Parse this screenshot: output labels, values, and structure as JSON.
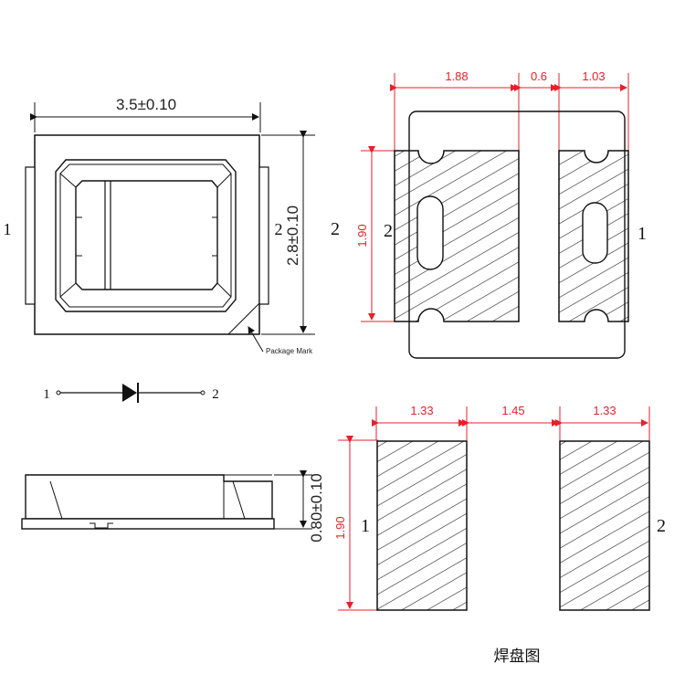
{
  "top_view": {
    "width_dim": "3.5±0.10",
    "height_dim": "2.8±0.10",
    "pin_left": "1",
    "pin_right": "2",
    "package_mark": "Package Mark"
  },
  "diode_symbol": {
    "pin_left": "1",
    "pin_right": "2"
  },
  "side_view": {
    "thickness_dim": "0.80±0.10"
  },
  "footprint_top": {
    "dim_a": "1.88",
    "dim_b": "0.6",
    "dim_c": "1.03",
    "height": "1.90",
    "pin_left": "2",
    "pin_right": "1",
    "pin_outside": "2"
  },
  "footprint_bottom": {
    "dim_a": "1.33",
    "dim_b": "1.45",
    "dim_c": "1.33",
    "height": "1.90",
    "pin_left": "1",
    "pin_right": "2",
    "caption": "焊盘图"
  },
  "colors": {
    "dimension": "#e8202a",
    "outline": "#111111"
  }
}
